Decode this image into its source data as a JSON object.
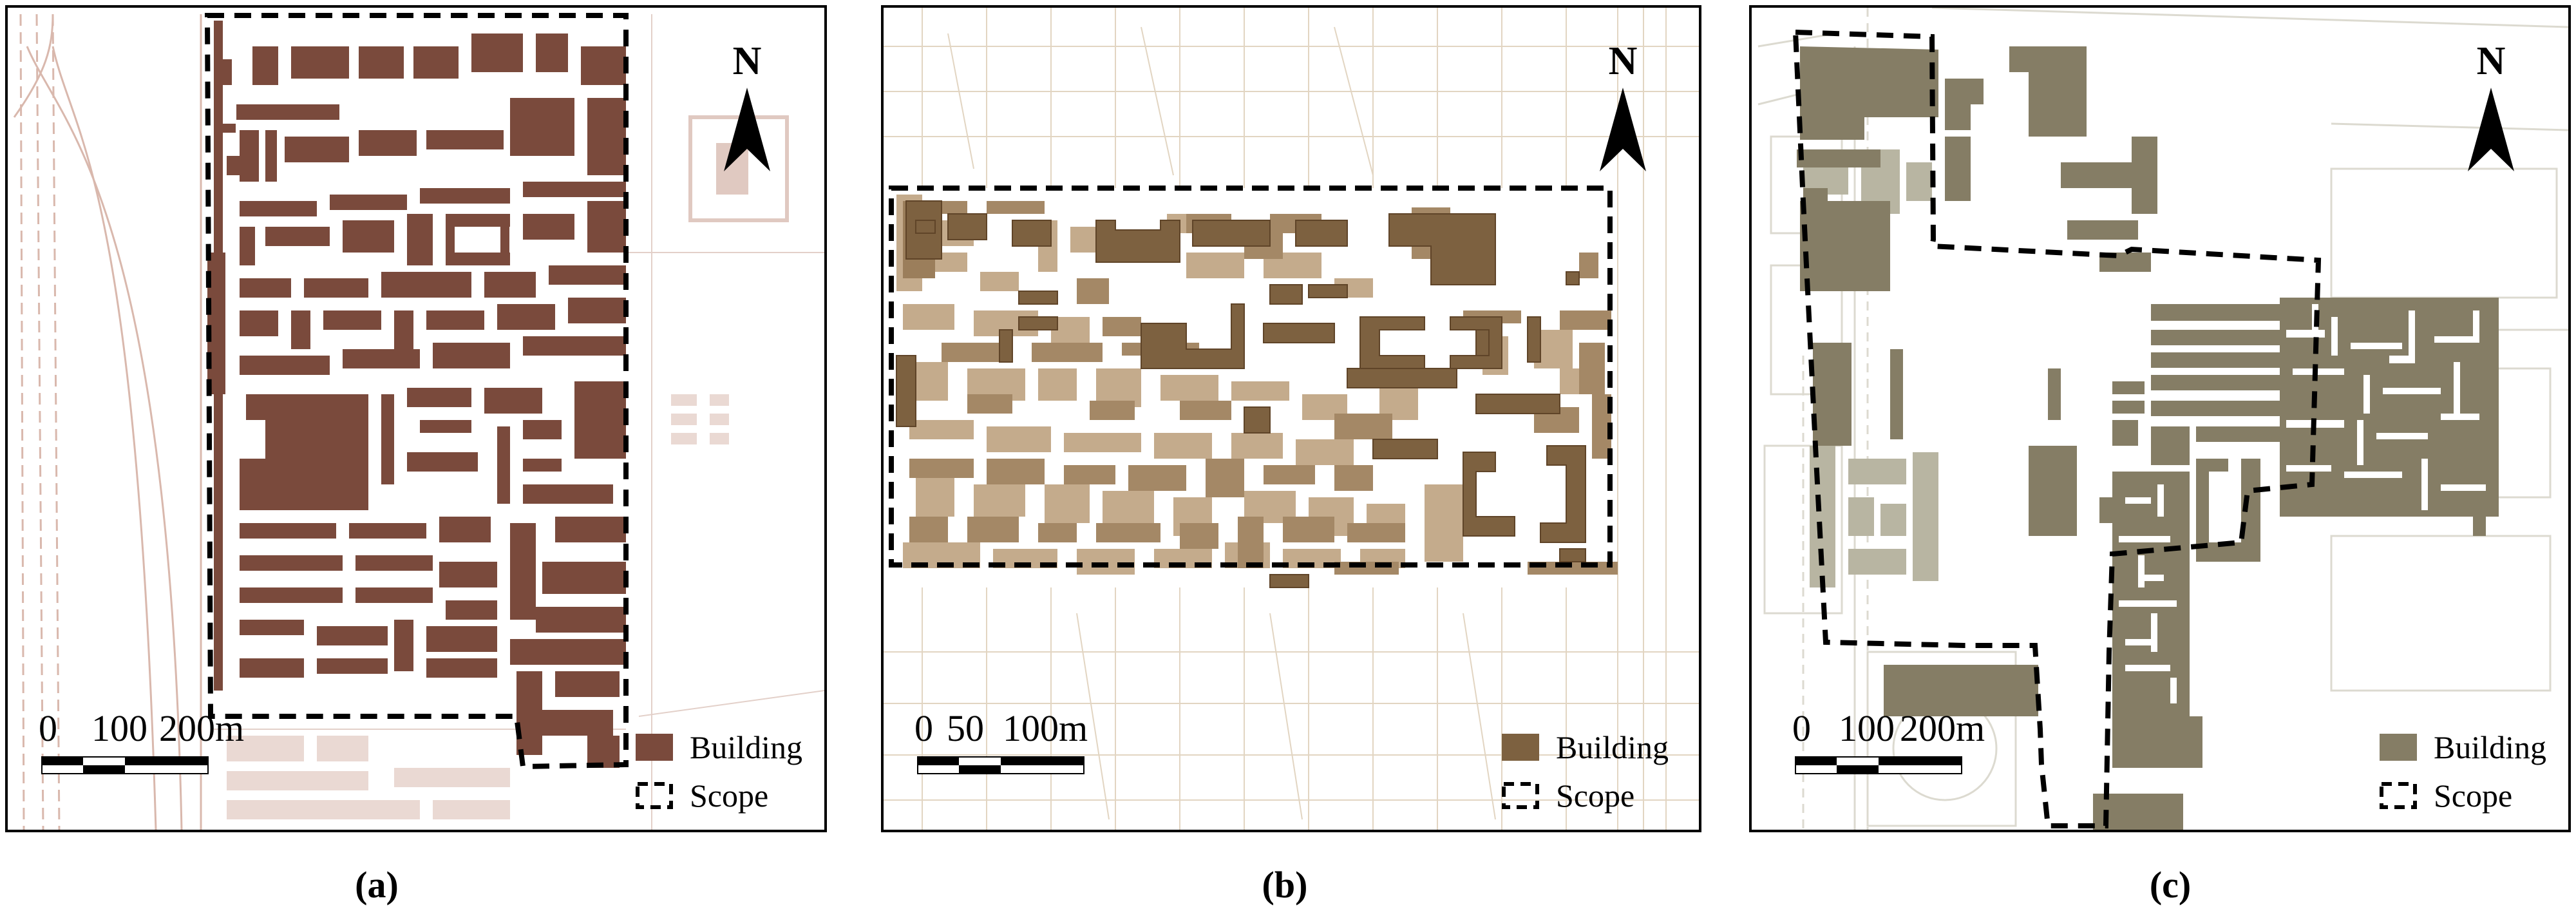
{
  "figure": {
    "panels": [
      {
        "id": "a",
        "caption": "(a)",
        "north_label": "N",
        "scale": {
          "ticks": [
            "0",
            "100",
            "200m"
          ]
        },
        "legend": {
          "building_label": "Building",
          "scope_label": "Scope"
        },
        "colors": {
          "building": "#7a4a3c",
          "basemap": "#d9c3bb",
          "scope": "#000000"
        }
      },
      {
        "id": "b",
        "caption": "(b)",
        "north_label": "N",
        "scale": {
          "ticks": [
            "0",
            "50",
            "100m"
          ]
        },
        "legend": {
          "building_label": "Building",
          "scope_label": "Scope"
        },
        "colors": {
          "building": "#7d6140",
          "building_light": "#c4ab8c",
          "basemap": "#d6c6ad",
          "scope": "#000000"
        }
      },
      {
        "id": "c",
        "caption": "(c)",
        "north_label": "N",
        "scale": {
          "ticks": [
            "0",
            "100",
            "200m"
          ]
        },
        "legend": {
          "building_label": "Building",
          "scope_label": "Scope"
        },
        "colors": {
          "building": "#857d65",
          "basemap": "#cfcdbf",
          "scope": "#000000"
        }
      }
    ]
  }
}
